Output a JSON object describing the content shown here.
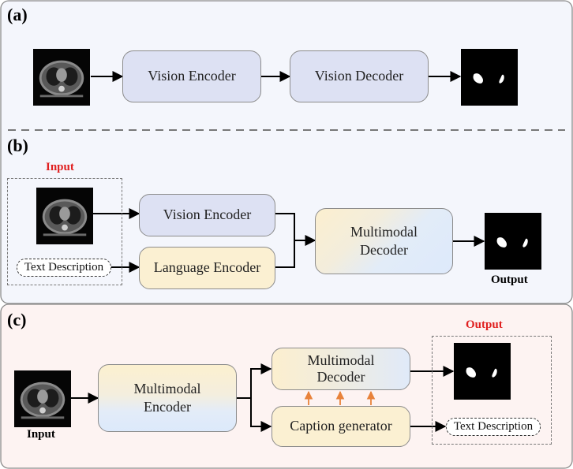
{
  "panels": {
    "a": {
      "label": "(a)"
    },
    "b": {
      "label": "(b)"
    },
    "c": {
      "label": "(c)"
    }
  },
  "a": {
    "vision_encoder": "Vision Encoder",
    "vision_decoder": "Vision Decoder"
  },
  "b": {
    "input_label": "Input",
    "vision_encoder": "Vision Encoder",
    "language_encoder": "Language Encoder",
    "multimodal_decoder_l1": "Multimodal",
    "multimodal_decoder_l2": "Decoder",
    "text_description": "Text Description",
    "output_label": "Output"
  },
  "c": {
    "multimodal_encoder_l1": "Multimodal",
    "multimodal_encoder_l2": "Encoder",
    "multimodal_decoder_l1": "Multimodal",
    "multimodal_decoder_l2": "Decoder",
    "caption_generator": "Caption generator",
    "text_description": "Text Description",
    "input_label": "Input",
    "output_label": "Output"
  },
  "colors": {
    "panel_ab_bg": "#f4f6fc",
    "panel_c_bg": "#fdf3f2",
    "lavender": "#dde1f3",
    "yellow": "#fbf0d2",
    "red_label": "#e02020",
    "orange_arrow": "#e8823a"
  }
}
